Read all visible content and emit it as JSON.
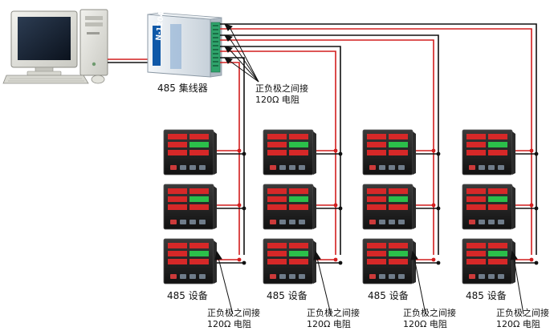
{
  "computer": {
    "icon": "desktop-computer-icon"
  },
  "hub": {
    "model": "N-1204",
    "label": "485 集线器"
  },
  "hub_note": {
    "line1": "正负极之间接",
    "line2": "120Ω 电阻"
  },
  "device_label": "485 设备",
  "device_note": {
    "line1": "正负极之间接",
    "line2": "120Ω 电阻"
  },
  "colors": {
    "positive_wire": "#d21e1e",
    "negative_wire": "#111111",
    "device_body": "#1b1b1b",
    "display": "#d62828",
    "hub_body": "#dde4ea",
    "terminal": "#2fa36b"
  },
  "columns": [
    {
      "id": "group-1",
      "devices": 3
    },
    {
      "id": "group-2",
      "devices": 3
    },
    {
      "id": "group-3",
      "devices": 3
    },
    {
      "id": "group-4",
      "devices": 3
    }
  ]
}
